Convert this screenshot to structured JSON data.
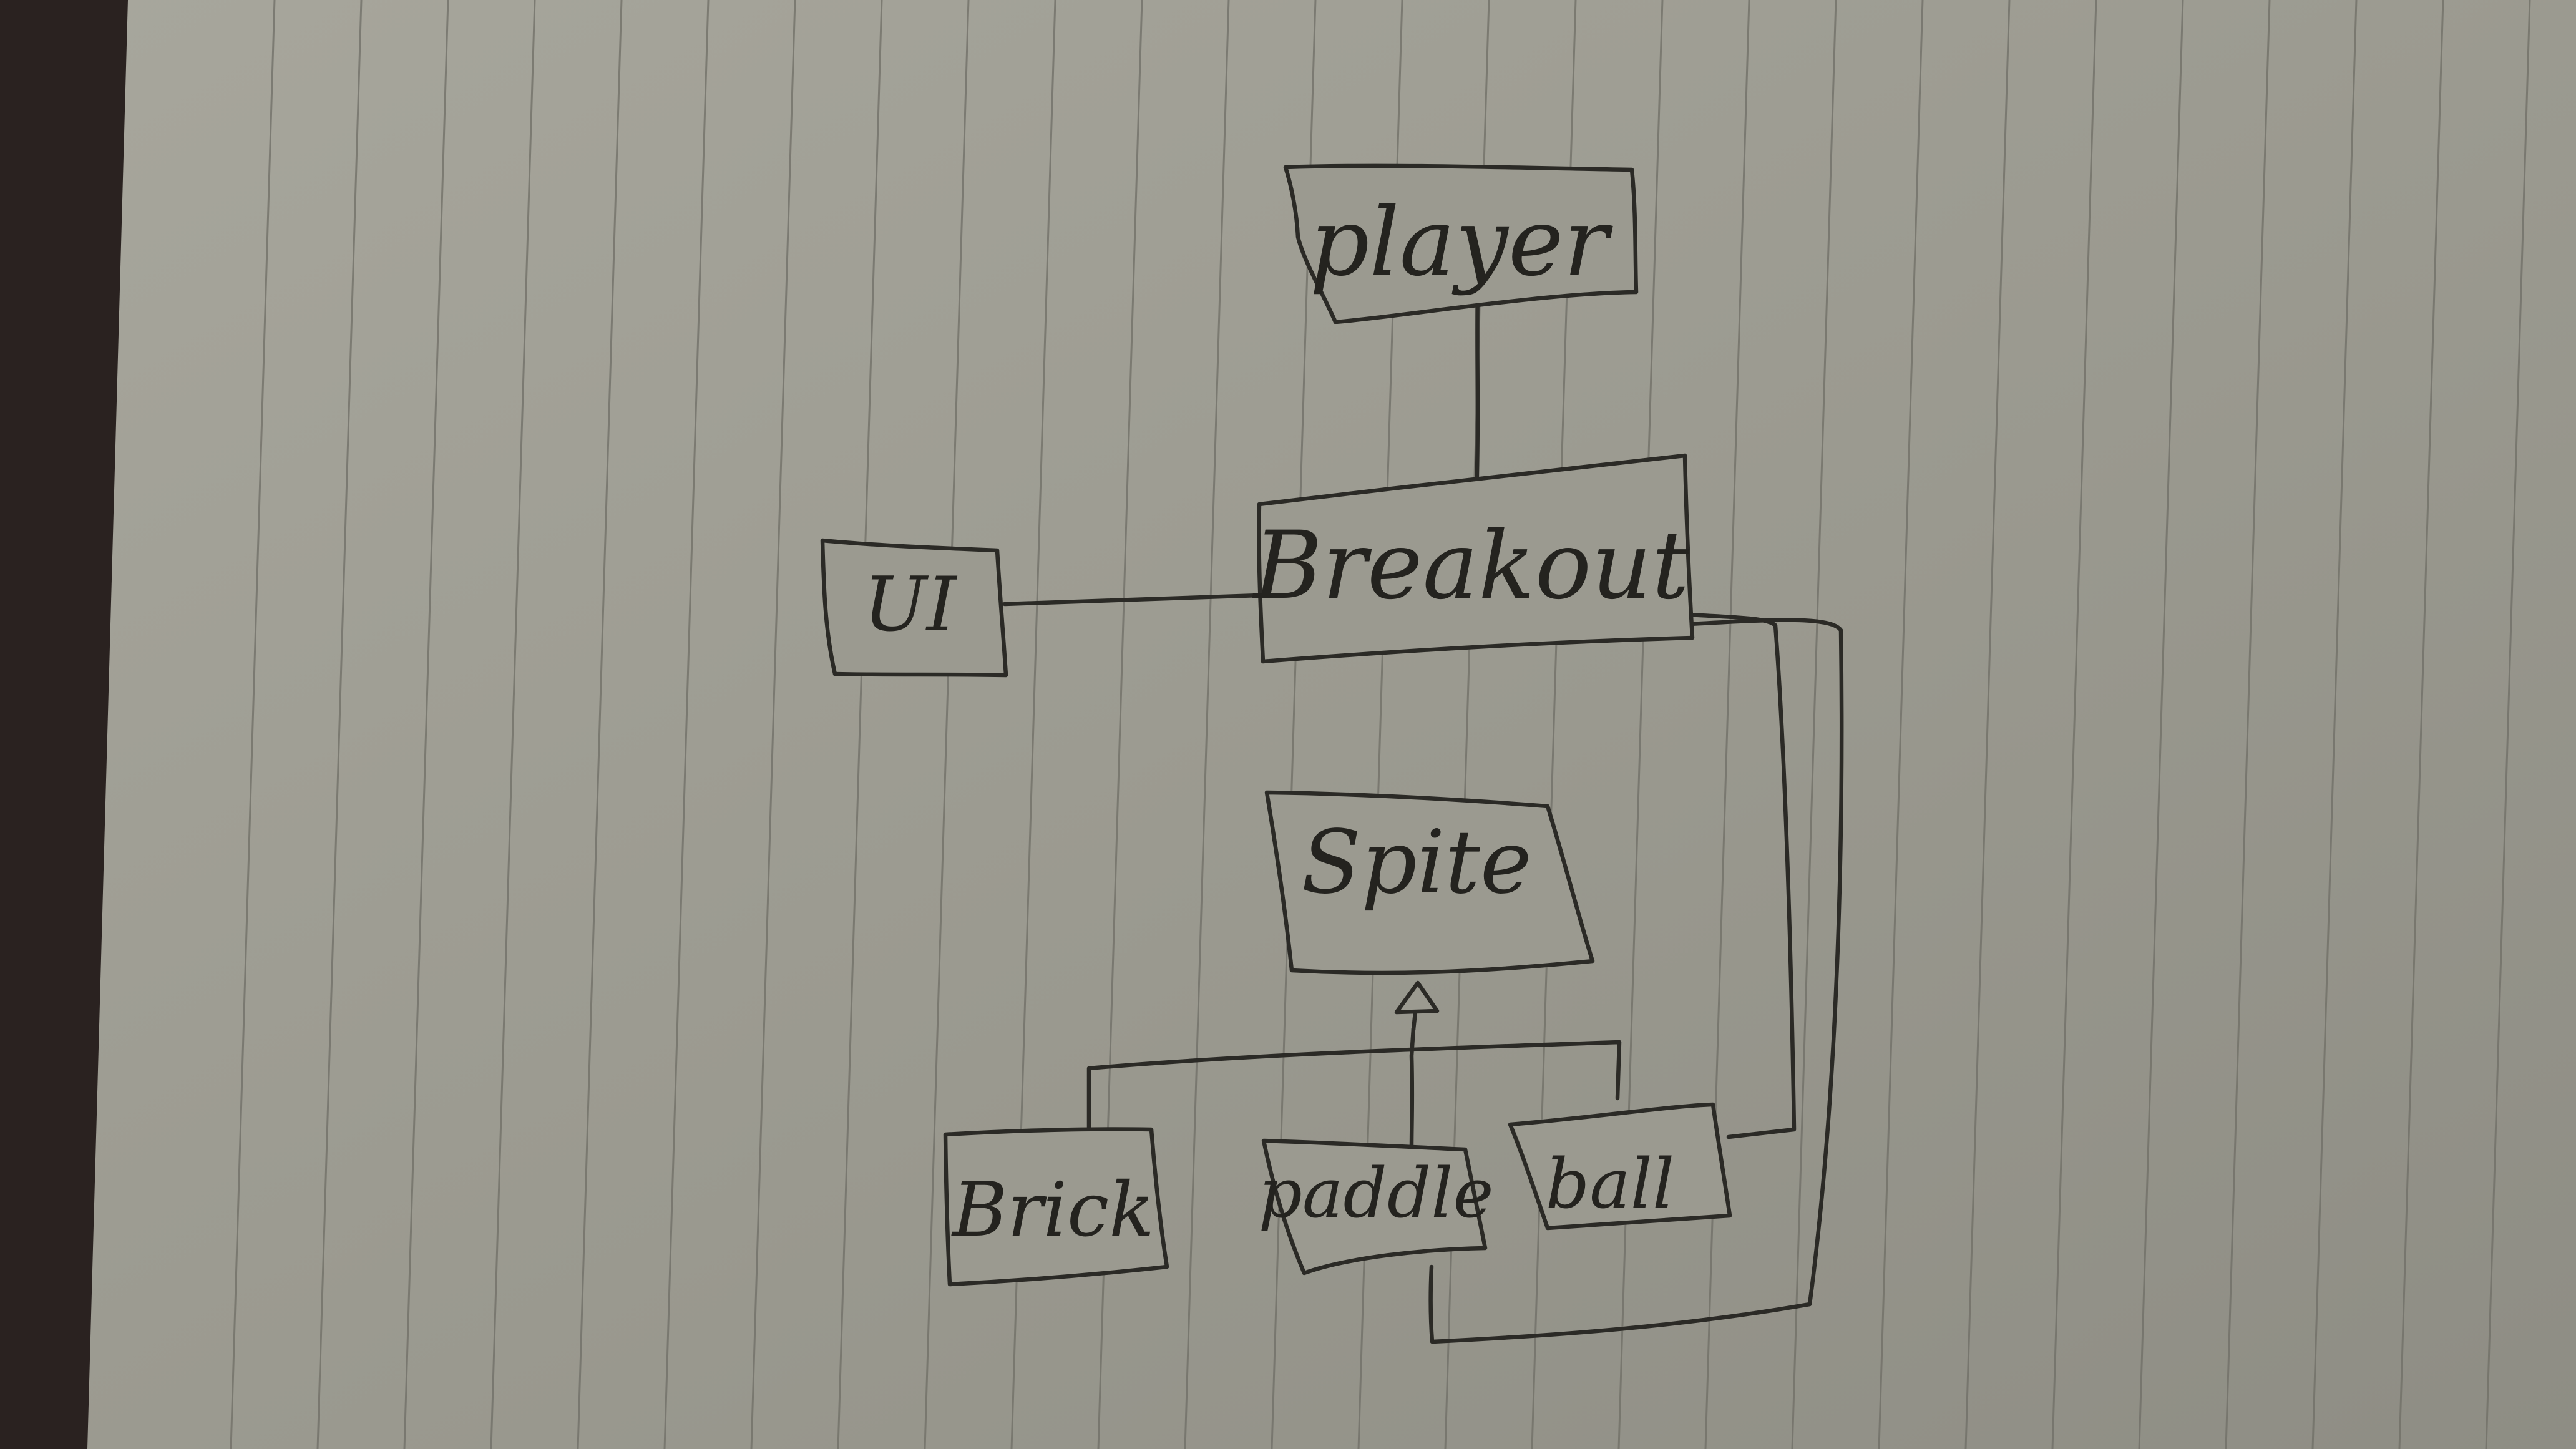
{
  "diagram": {
    "nodes": [
      {
        "id": "player",
        "label": "player"
      },
      {
        "id": "breakout",
        "label": "Breakout"
      },
      {
        "id": "ui",
        "label": "UI"
      },
      {
        "id": "sprite",
        "label": "Spite"
      },
      {
        "id": "brick",
        "label": "Brick"
      },
      {
        "id": "paddle",
        "label": "paddle"
      },
      {
        "id": "ball",
        "label": "ball"
      }
    ],
    "edges": [
      {
        "from": "player",
        "to": "breakout",
        "kind": "association"
      },
      {
        "from": "ui",
        "to": "breakout",
        "kind": "association"
      },
      {
        "from": "brick",
        "to": "sprite",
        "kind": "inheritance"
      },
      {
        "from": "paddle",
        "to": "sprite",
        "kind": "inheritance"
      },
      {
        "from": "ball",
        "to": "sprite",
        "kind": "inheritance"
      },
      {
        "from": "breakout",
        "to": "ball",
        "kind": "association"
      },
      {
        "from": "breakout",
        "to": "paddle",
        "kind": "association"
      }
    ]
  },
  "colors": {
    "paper": "#9b9a90",
    "ink": "#2b2a26",
    "ruling": "#6f6e66",
    "desk": "#2a2220"
  }
}
